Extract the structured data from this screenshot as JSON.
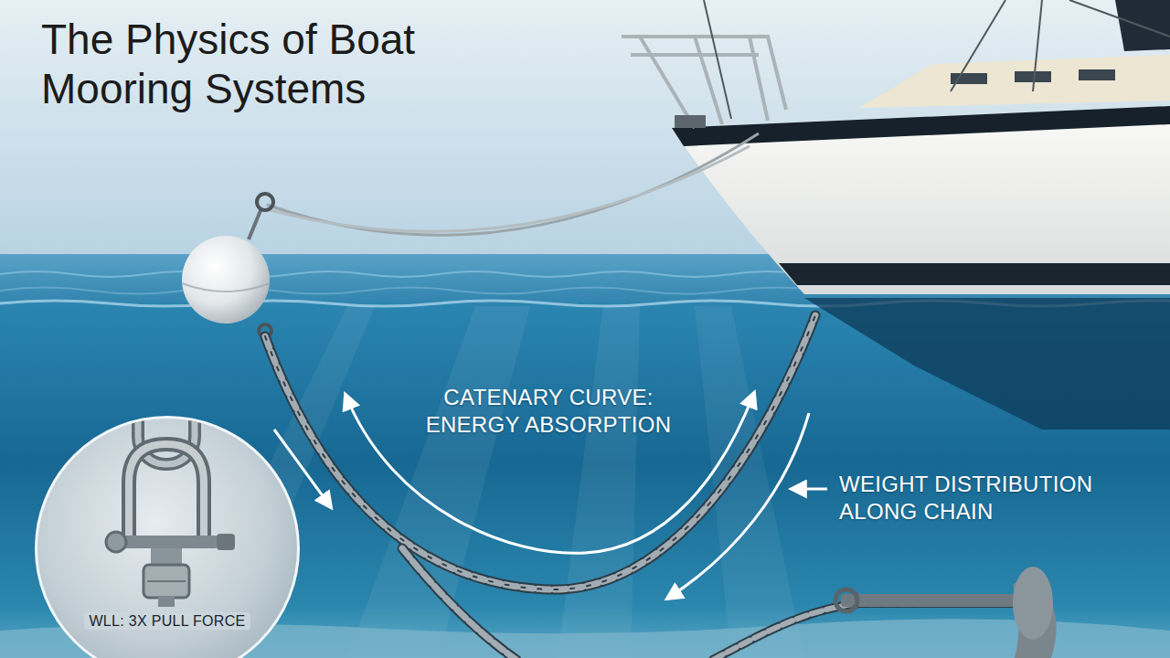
{
  "diagram": {
    "title": "The Physics of Boat Mooring Systems",
    "nodes": [
      {
        "text": [
          "WLL: 3X PULL FORCE"
        ]
      }
    ],
    "labels": [
      "CATENARY CURVE: ENERGY ABSORPTION",
      "WEIGHT DISTRIBUTION ALONG CHAIN"
    ]
  }
}
